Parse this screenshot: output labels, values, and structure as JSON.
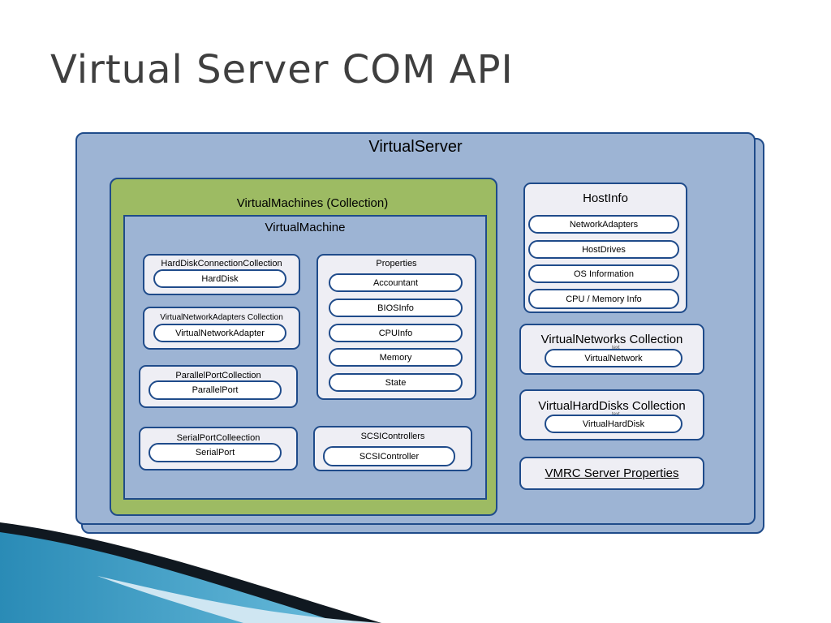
{
  "slide": {
    "title": "Virtual Server COM API"
  },
  "diagram": {
    "virtual_server": "VirtualServer",
    "virtual_machines": {
      "title": "VirtualMachines (Collection)",
      "virtual_machine": {
        "title": "VirtualMachine",
        "hard_disk_connection": {
          "title": "HardDiskConnectionCollection",
          "item": "HardDisk"
        },
        "network_adapters": {
          "title": "VirtualNetworkAdapters Collection",
          "item": "VirtualNetworkAdapter"
        },
        "parallel_port": {
          "title": "ParallelPortCollection",
          "item": "ParallelPort"
        },
        "serial_port": {
          "title": "SerialPortColleection",
          "item": "SerialPort"
        },
        "properties": {
          "title": "Properties",
          "items": [
            "Accountant",
            "BIOSInfo",
            "CPUInfo",
            "Memory",
            "State"
          ]
        },
        "scsi": {
          "title": "SCSIControllers",
          "item": "SCSIController"
        }
      }
    },
    "host_info": {
      "title": "HostInfo",
      "items": [
        "NetworkAdapters",
        "HostDrives",
        "OS Information",
        "CPU / Memory Info"
      ]
    },
    "virtual_networks": {
      "title": "VirtualNetworks Collection",
      "item": "VirtualNetwork",
      "small": "text"
    },
    "virtual_hard_disks": {
      "title": "VirtualHardDisks Collection",
      "item": "VirtualHardDisk",
      "small": "text"
    },
    "vmrc": "VMRC Server Properties"
  }
}
